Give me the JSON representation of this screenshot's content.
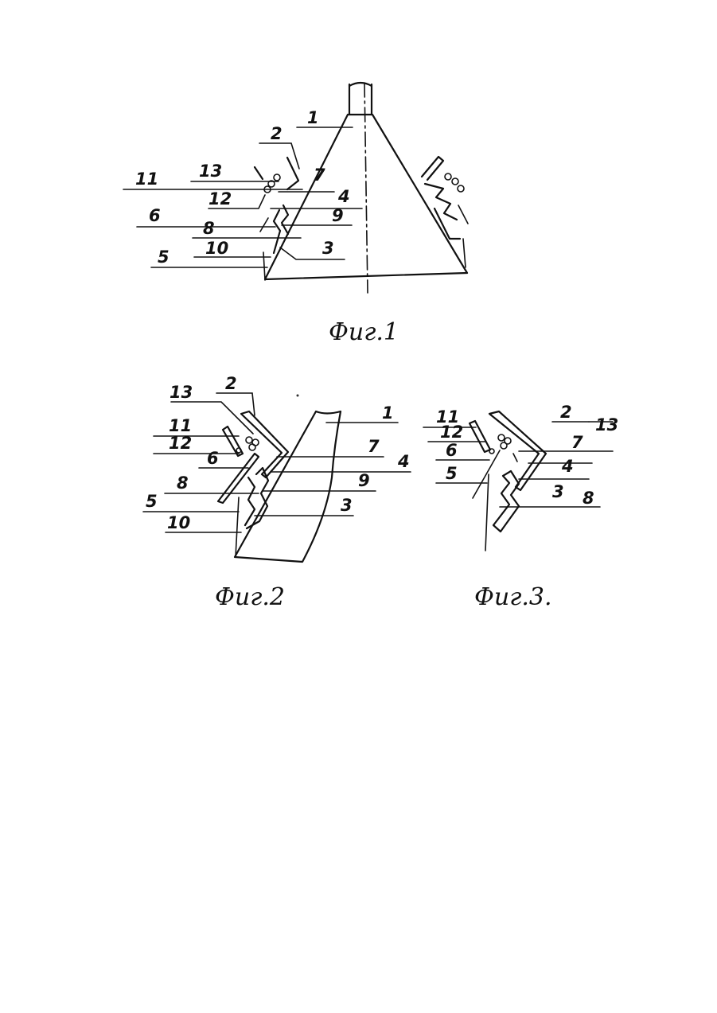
{
  "figures": [
    {
      "caption": "Фиг.1",
      "labels": [
        "1",
        "2",
        "13",
        "11",
        "7",
        "12",
        "4",
        "6",
        "9",
        "8",
        "5",
        "10",
        "3"
      ]
    },
    {
      "caption": "Фиг.2",
      "labels": [
        "13",
        "2",
        "1",
        "11",
        "12",
        "7",
        "6",
        "4",
        "8",
        "9",
        "5",
        "3",
        "10"
      ]
    },
    {
      "caption": "Фиг.3.",
      "labels": [
        "11",
        "2",
        "13",
        "12",
        "6",
        "7",
        "4",
        "5",
        "3",
        "8"
      ]
    }
  ]
}
